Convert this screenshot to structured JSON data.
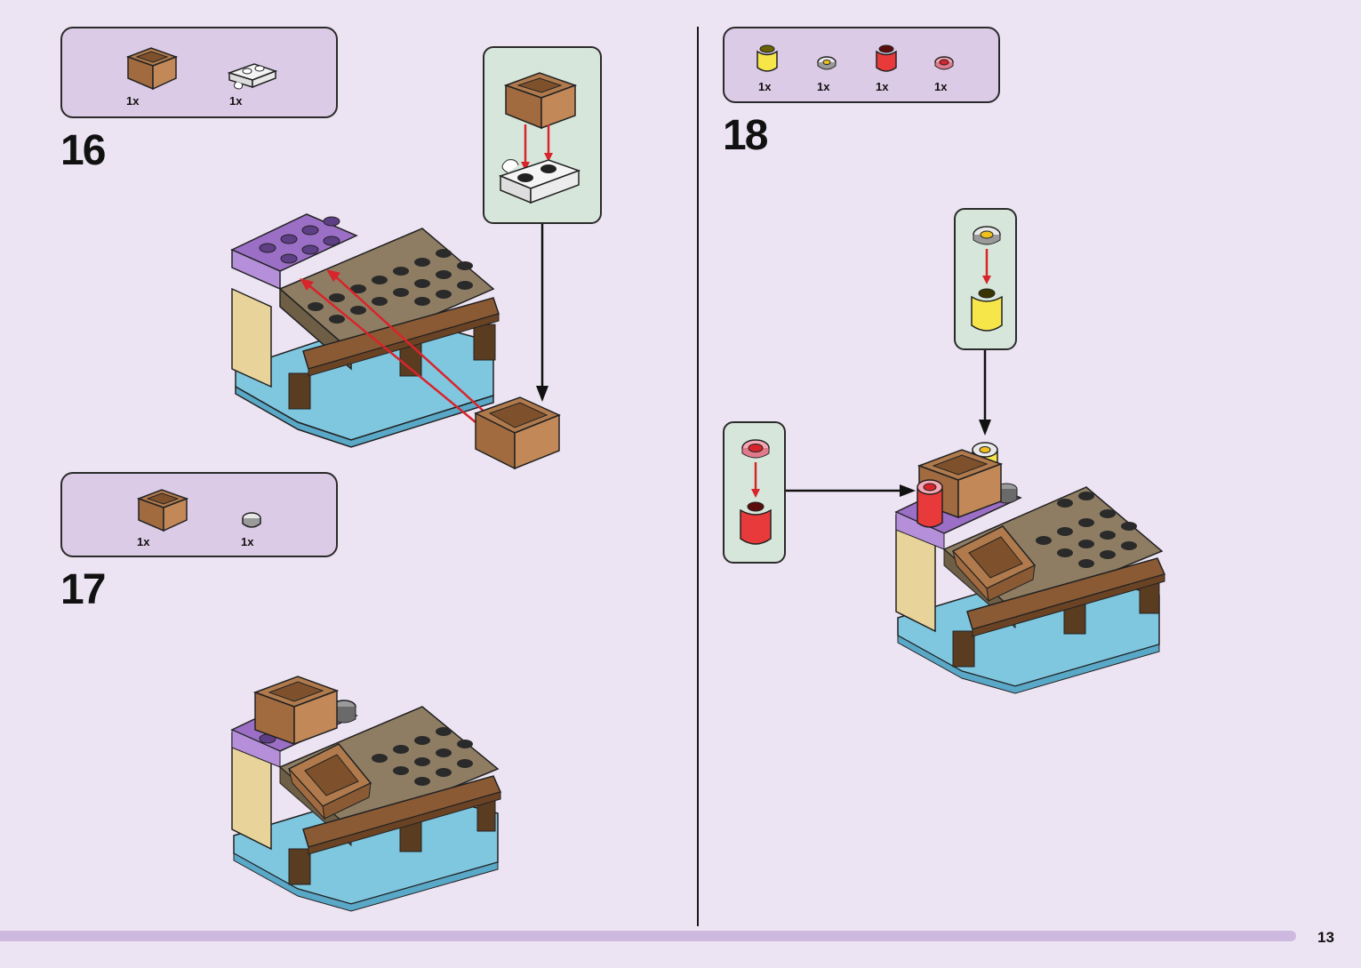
{
  "page_number": "13",
  "steps": [
    {
      "number": "16",
      "parts": [
        {
          "qty": "1x",
          "icon": "brown-crate-icon"
        },
        {
          "qty": "1x",
          "icon": "white-plate-clip-icon"
        }
      ]
    },
    {
      "number": "17",
      "parts": [
        {
          "qty": "1x",
          "icon": "brown-crate-icon"
        },
        {
          "qty": "1x",
          "icon": "silver-round-tile-icon"
        }
      ]
    },
    {
      "number": "18",
      "parts": [
        {
          "qty": "1x",
          "icon": "yellow-round-brick-icon"
        },
        {
          "qty": "1x",
          "icon": "bee-round-tile-icon"
        },
        {
          "qty": "1x",
          "icon": "red-round-brick-icon"
        },
        {
          "qty": "1x",
          "icon": "strawberry-round-tile-icon"
        }
      ]
    }
  ],
  "colors": {
    "background": "#ede4f3",
    "parts_box": "#dccbe6",
    "callout_box": "#d7e6da",
    "arrow_red": "#d8242b",
    "footer_bar": "#cdb9e0"
  }
}
